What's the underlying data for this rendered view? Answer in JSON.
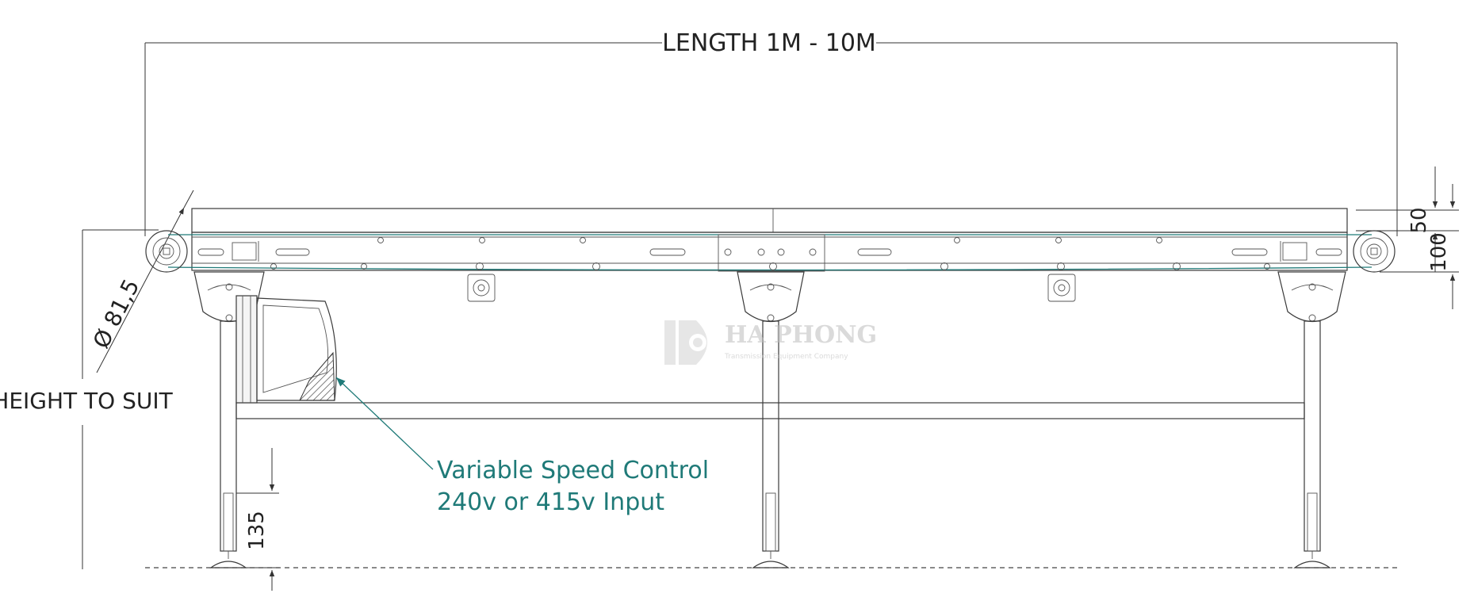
{
  "dimensions": {
    "length": "LENGTH 1M - 10M",
    "height": "HEIGHT TO SUIT",
    "pulley_diameter": "Ø 81,5",
    "dim_50": "50",
    "dim_100": "100",
    "dim_135": "135"
  },
  "callout": {
    "line1": "Variable Speed Control",
    "line2": "240v or 415v Input"
  },
  "watermark": {
    "brand": "HA PHONG",
    "tagline": "Transmission Equipment Company"
  },
  "colors": {
    "line": "#3a3a3a",
    "callout": "#1f7a78",
    "watermark": "#c9c9c9"
  }
}
